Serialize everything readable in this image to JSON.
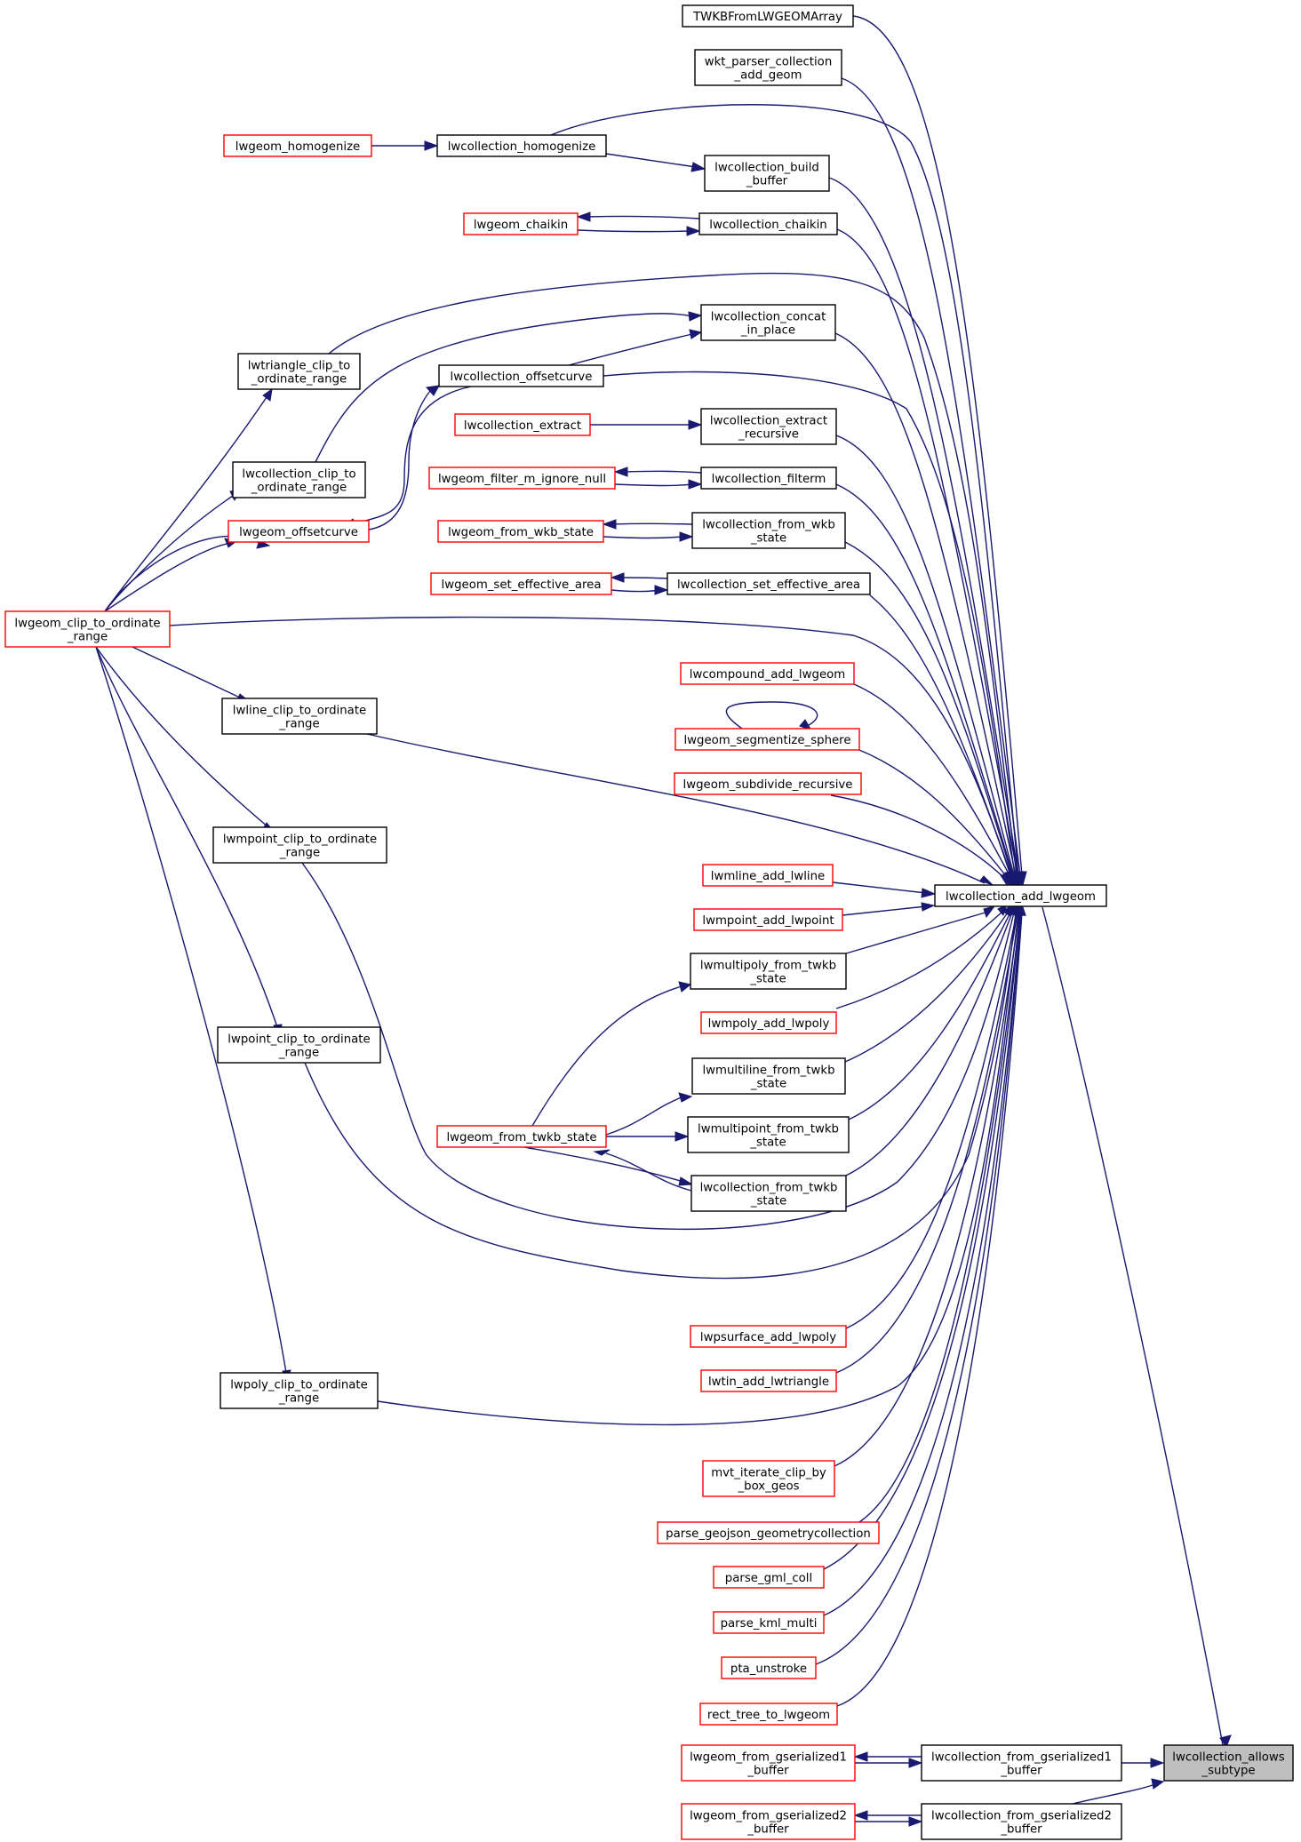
{
  "graph": {
    "type": "caller-graph",
    "root": "lwcollection_allows_subtype",
    "colors": {
      "edge": "#191970",
      "node_border": "#000000",
      "truncated_node_border": "#ff0000",
      "focus_node_fill": "#bfbfbf"
    },
    "nodes": [
      {
        "id": "n_allows",
        "lines": [
          "lwcollection_allows",
          "_subtype"
        ],
        "border": "black",
        "focus": true
      },
      {
        "id": "n_add",
        "lines": [
          "lwcollection_add_lwgeom"
        ],
        "border": "black"
      },
      {
        "id": "n_fgs1",
        "lines": [
          "lwcollection_from_gserialized1",
          "_buffer"
        ],
        "border": "black"
      },
      {
        "id": "n_fgs2",
        "lines": [
          "lwcollection_from_gserialized2",
          "_buffer"
        ],
        "border": "black"
      },
      {
        "id": "n_lgs1",
        "lines": [
          "lwgeom_from_gserialized1",
          "_buffer"
        ],
        "border": "red"
      },
      {
        "id": "n_lgs2",
        "lines": [
          "lwgeom_from_gserialized2",
          "_buffer"
        ],
        "border": "red"
      },
      {
        "id": "n_twkbarr",
        "lines": [
          "TWKBFromLWGEOMArray"
        ],
        "border": "black"
      },
      {
        "id": "n_wktp",
        "lines": [
          "wkt_parser_collection",
          "_add_geom"
        ],
        "border": "black"
      },
      {
        "id": "n_homog",
        "lines": [
          "lwcollection_homogenize"
        ],
        "border": "black"
      },
      {
        "id": "n_lhomog",
        "lines": [
          "lwgeom_homogenize"
        ],
        "border": "red"
      },
      {
        "id": "n_build",
        "lines": [
          "lwcollection_build",
          "_buffer"
        ],
        "border": "black"
      },
      {
        "id": "n_chaikin",
        "lines": [
          "lwcollection_chaikin"
        ],
        "border": "black"
      },
      {
        "id": "n_lchaikin",
        "lines": [
          "lwgeom_chaikin"
        ],
        "border": "red"
      },
      {
        "id": "n_concat",
        "lines": [
          "lwcollection_concat",
          "_in_place"
        ],
        "border": "black"
      },
      {
        "id": "n_offc",
        "lines": [
          "lwcollection_offsetcurve"
        ],
        "border": "black"
      },
      {
        "id": "n_tricl",
        "lines": [
          "lwtriangle_clip_to",
          "_ordinate_range"
        ],
        "border": "black"
      },
      {
        "id": "n_extrec",
        "lines": [
          "lwcollection_extract",
          "_recursive"
        ],
        "border": "black"
      },
      {
        "id": "n_ext",
        "lines": [
          "lwcollection_extract"
        ],
        "border": "red"
      },
      {
        "id": "n_filtm",
        "lines": [
          "lwcollection_filterm"
        ],
        "border": "black"
      },
      {
        "id": "n_lfiltm",
        "lines": [
          "lwgeom_filter_m_ignore_null"
        ],
        "border": "red"
      },
      {
        "id": "n_colcl",
        "lines": [
          "lwcollection_clip_to",
          "_ordinate_range"
        ],
        "border": "black"
      },
      {
        "id": "n_loffc",
        "lines": [
          "lwgeom_offsetcurve"
        ],
        "border": "red"
      },
      {
        "id": "n_fwkb",
        "lines": [
          "lwcollection_from_wkb",
          "_state"
        ],
        "border": "black"
      },
      {
        "id": "n_lfwkb",
        "lines": [
          "lwgeom_from_wkb_state"
        ],
        "border": "red"
      },
      {
        "id": "n_seteff",
        "lines": [
          "lwcollection_set_effective_area"
        ],
        "border": "black"
      },
      {
        "id": "n_lseteff",
        "lines": [
          "lwgeom_set_effective_area"
        ],
        "border": "red"
      },
      {
        "id": "n_lclip",
        "lines": [
          "lwgeom_clip_to_ordinate",
          "_range"
        ],
        "border": "red"
      },
      {
        "id": "n_compadd",
        "lines": [
          "lwcompound_add_lwgeom"
        ],
        "border": "red"
      },
      {
        "id": "n_segsph",
        "lines": [
          "lwgeom_segmentize_sphere"
        ],
        "border": "red"
      },
      {
        "id": "n_subdiv",
        "lines": [
          "lwgeom_subdivide_recursive"
        ],
        "border": "red"
      },
      {
        "id": "n_linecl",
        "lines": [
          "lwline_clip_to_ordinate",
          "_range"
        ],
        "border": "black"
      },
      {
        "id": "n_mline",
        "lines": [
          "lwmline_add_lwline"
        ],
        "border": "red"
      },
      {
        "id": "n_mpointadd",
        "lines": [
          "lwmpoint_add_lwpoint"
        ],
        "border": "red"
      },
      {
        "id": "n_mpointcl",
        "lines": [
          "lwmpoint_clip_to_ordinate",
          "_range"
        ],
        "border": "black"
      },
      {
        "id": "n_mpolytwkb",
        "lines": [
          "lwmultipoly_from_twkb",
          "_state"
        ],
        "border": "black"
      },
      {
        "id": "n_mpolyadd",
        "lines": [
          "lwmpoly_add_lwpoly"
        ],
        "border": "red"
      },
      {
        "id": "n_pointcl",
        "lines": [
          "lwpoint_clip_to_ordinate",
          "_range"
        ],
        "border": "black"
      },
      {
        "id": "n_mlinetwkb",
        "lines": [
          "lwmultiline_from_twkb",
          "_state"
        ],
        "border": "black"
      },
      {
        "id": "n_mpointtwkb",
        "lines": [
          "lwmultipoint_from_twkb",
          "_state"
        ],
        "border": "black"
      },
      {
        "id": "n_ltwkb",
        "lines": [
          "lwgeom_from_twkb_state"
        ],
        "border": "red"
      },
      {
        "id": "n_coltwkb",
        "lines": [
          "lwcollection_from_twkb",
          "_state"
        ],
        "border": "black"
      },
      {
        "id": "n_psurf",
        "lines": [
          "lwpsurface_add_lwpoly"
        ],
        "border": "red"
      },
      {
        "id": "n_tin",
        "lines": [
          "lwtin_add_lwtriangle"
        ],
        "border": "red"
      },
      {
        "id": "n_polycl",
        "lines": [
          "lwpoly_clip_to_ordinate",
          "_range"
        ],
        "border": "black"
      },
      {
        "id": "n_mvt",
        "lines": [
          "mvt_iterate_clip_by",
          "_box_geos"
        ],
        "border": "red"
      },
      {
        "id": "n_geojson",
        "lines": [
          "parse_geojson_geometrycollection"
        ],
        "border": "red"
      },
      {
        "id": "n_gml",
        "lines": [
          "parse_gml_coll"
        ],
        "border": "red"
      },
      {
        "id": "n_kml",
        "lines": [
          "parse_kml_multi"
        ],
        "border": "red"
      },
      {
        "id": "n_pta",
        "lines": [
          "pta_unstroke"
        ],
        "border": "red"
      },
      {
        "id": "n_rect",
        "lines": [
          "rect_tree_to_lwgeom"
        ],
        "border": "red"
      }
    ]
  }
}
